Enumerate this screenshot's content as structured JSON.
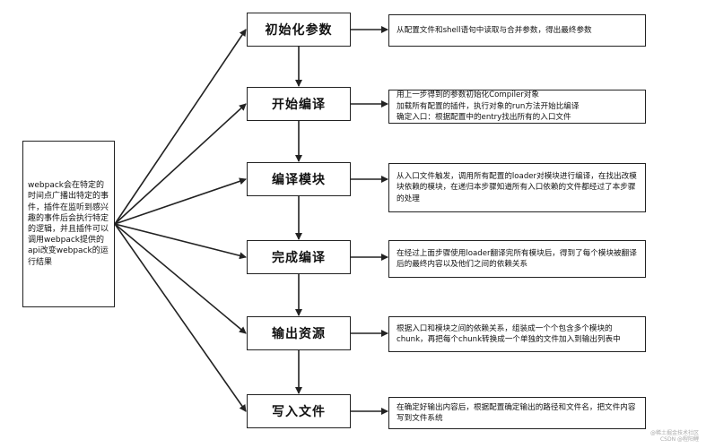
{
  "steps": [
    {
      "label": "初始化参数",
      "desc": "从配置文件和shell语句中读取与合并参数，得出最终参数"
    },
    {
      "label": "开始编译",
      "desc": "用上一步得到的参数初始化Compiler对象\n加载所有配置的插件，执行对象的run方法开始比编译\n确定入口：根据配置中的entry找出所有的入口文件"
    },
    {
      "label": "编译模块",
      "desc": "从入口文件触发，调用所有配置的loader对模块进行编译，在找出改模块依赖的模块，在递归本步骤知道所有入口依赖的文件都经过了本步骤的处理"
    },
    {
      "label": "完成编译",
      "desc": "在经过上面步骤使用loader翻译完所有模块后，得到了每个模块被翻译后的最终内容以及他们之间的依赖关系"
    },
    {
      "label": "输出资源",
      "desc": "根据入口和模块之间的依赖关系，组装成一个个包含多个模块的chunk，再把每个chunk转换成一个单独的文件加入到输出列表中"
    },
    {
      "label": "写入文件",
      "desc": "在确定好输出内容后，根据配置确定输出的路径和文件名，把文件内容写到文件系统"
    }
  ],
  "plugin_note": "webpack会在特定的时间点广播出特定的事件，插件在监听到感兴趣的事件后会执行特定的逻辑，并且插件可以调用webpack提供的api改变webpack的运行结果",
  "watermark": {
    "line1": "@稀土掘金技术社区",
    "line2": "CSDN @程阳鲤"
  }
}
